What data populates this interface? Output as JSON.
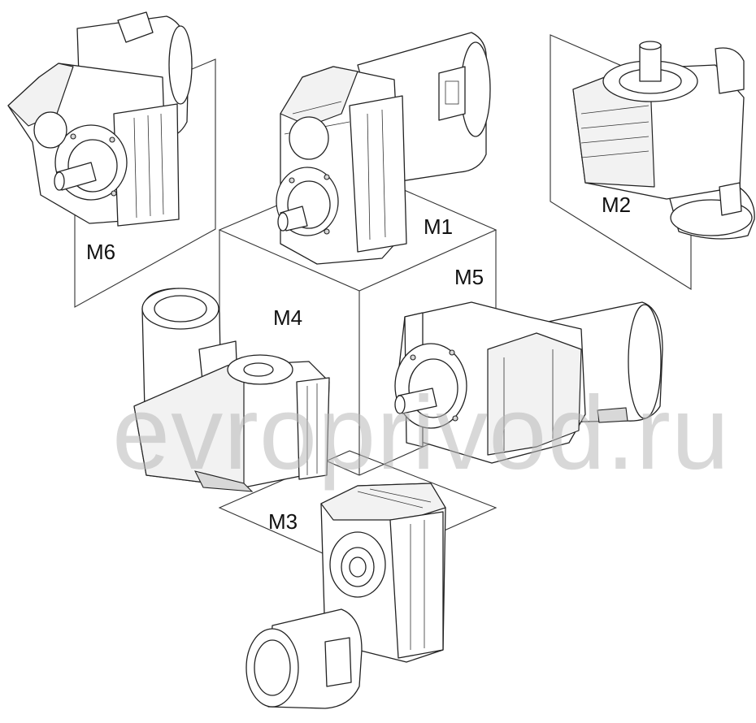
{
  "labels": {
    "m1": "M1",
    "m2": "M2",
    "m3": "M3",
    "m4": "M4",
    "m5": "M5",
    "m6": "M6"
  },
  "watermark": "evroprivod.ru",
  "colors": {
    "line": "#222222",
    "watermark": "#b9b9b9",
    "background": "#ffffff"
  }
}
